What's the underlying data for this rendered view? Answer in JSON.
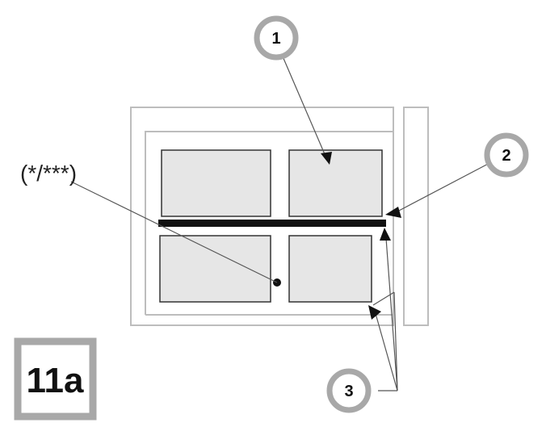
{
  "diagram": {
    "badge": "11a",
    "note": "(*/***)",
    "callouts": [
      {
        "id": "callout-1",
        "label": "1"
      },
      {
        "id": "callout-2",
        "label": "2"
      },
      {
        "id": "callout-3",
        "label": "3"
      }
    ],
    "colors": {
      "outline": "#bdbdbd",
      "panel_fill": "#e6e6e6",
      "panel_stroke": "#333333",
      "bar": "#111111",
      "callout_ring": "#a8a8a8",
      "leader": "#555555"
    }
  }
}
